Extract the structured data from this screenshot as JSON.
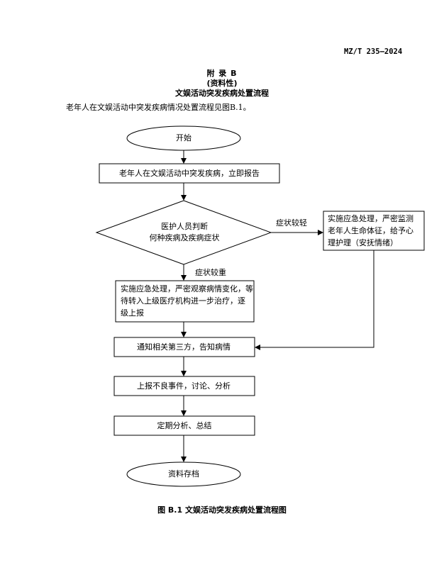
{
  "header": {
    "standard_code": "MZ/T 235—2024"
  },
  "appendix": {
    "label": "附 录 B",
    "nature": "(资料性)",
    "title": "文娱活动突发疾病处置流程"
  },
  "intro": "老年人在文娱活动中突发疾病情况处置流程见图B.1。",
  "flow": {
    "start": "开始",
    "step1": "老年人在文娱活动中突发疾病，立即报告",
    "decision_line1": "医护人员判断",
    "decision_line2": "何种疾病及疾病症状",
    "branch_mild": "症状较轻",
    "mild_action_line1": "实施应急处理，严密监测",
    "mild_action_line2": "老年人生命体征，给予心",
    "mild_action_line3": "理护理（安抚情绪）",
    "branch_severe": "症状较重",
    "severe_action_line1": "实施应急处理，严密观察病情变化，等",
    "severe_action_line2": "待转入上级医疗机构进一步治疗，逐",
    "severe_action_line3": "级上报",
    "notify": "通知相关第三方，告知病情",
    "report": "上报不良事件，讨论、分析",
    "analyze": "定期分析、总结",
    "end": "资料存档"
  },
  "figure_caption": "图 B.1  文娱活动突发疾病处置流程图"
}
